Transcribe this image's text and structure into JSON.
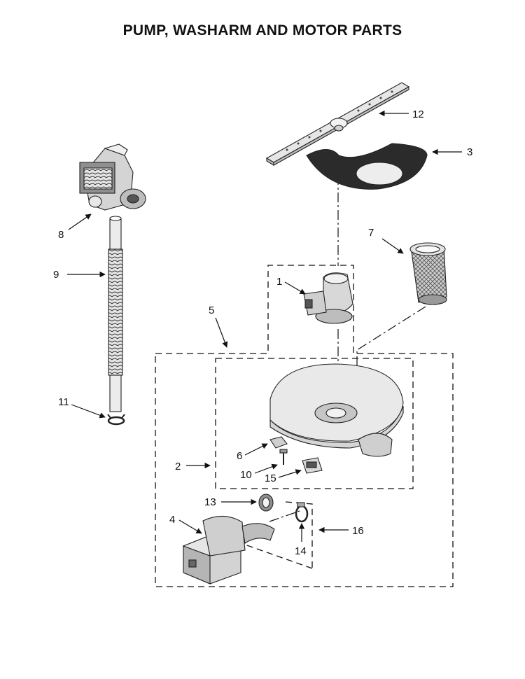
{
  "title": "PUMP, WASHARM AND MOTOR PARTS",
  "callouts": {
    "c1": "1",
    "c2": "2",
    "c3": "3",
    "c4": "4",
    "c5": "5",
    "c6": "6",
    "c7": "7",
    "c8": "8",
    "c9": "9",
    "c10": "10",
    "c11": "11",
    "c12": "12",
    "c13": "13",
    "c14": "14",
    "c15": "15",
    "c16": "16"
  },
  "colors": {
    "line": "#111111",
    "shade_dark": "#2b2b2b",
    "shade_mid": "#9a9a9a",
    "shade_light": "#dcdcdc"
  }
}
